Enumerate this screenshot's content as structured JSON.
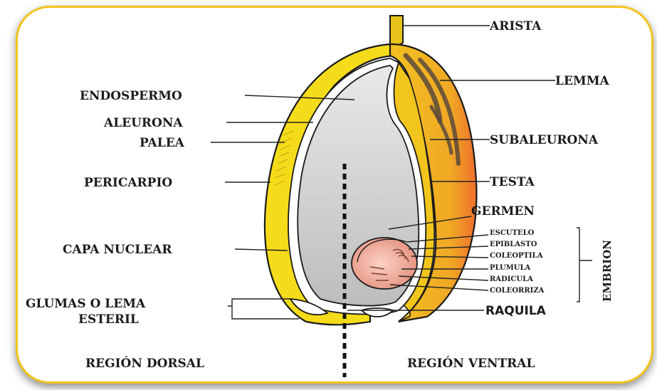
{
  "labels": {
    "arista": "ARISTA",
    "lemma": "LEMMA",
    "endospermo": "ENDOSPERMO",
    "aleurona": "ALEURONA",
    "palea": "PALEA",
    "subaleurona": "SUBALEURONA",
    "pericarpio": "PERICARPIO",
    "testa": "TESTA",
    "germen": "GERMEN",
    "capa_nuclear": "CAPA NUCLEAR",
    "glumas_line1": "GLUMAS O LEMA",
    "glumas_line2": "ESTERIL",
    "raquila": "RAQUILA",
    "region_dorsal": "REGIÓN DORSAL",
    "region_ventral": "REGIÓN VENTRAL",
    "embrion": "EMBRION",
    "embrion_parts": {
      "escutelo": "ESCUTELO",
      "epiblasto": "EPIBLASTO",
      "coleoptila": "COLEOPTILA",
      "plumula": "PLUMULA",
      "radicula": "RADICULA",
      "coleorriza": "COLEORRIZA"
    }
  },
  "colors": {
    "frame": "#f2c31c",
    "husk": "#f5dc1a",
    "lemma": "#f0b020",
    "lemma_edge": "#f07a2a",
    "endosperm": "#cfcfcf",
    "embryo": "#f1a89a",
    "text": "#1c1c1c"
  }
}
